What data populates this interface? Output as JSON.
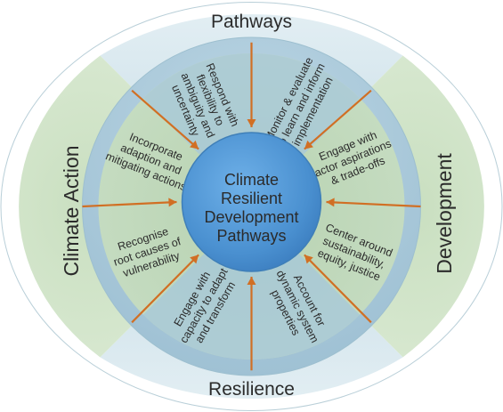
{
  "center": {
    "lines": [
      "Climate",
      "Resilient",
      "Development",
      "Pathways"
    ]
  },
  "outer_labels": {
    "top": "Pathways",
    "bottom": "Resilience",
    "left": "Climate Action",
    "right": "Development"
  },
  "segments": [
    {
      "id": "respond-flexibility",
      "lines": [
        "Respond with",
        "flexibility to",
        "ambiguity and",
        "uncertainty"
      ]
    },
    {
      "id": "monitor-evaluate",
      "lines": [
        "Monitor & evaluate",
        "to learn and inform",
        "implementation"
      ]
    },
    {
      "id": "engage-actor",
      "lines": [
        "Engage with",
        "actor aspirations",
        "& trade-offs"
      ]
    },
    {
      "id": "center-around",
      "lines": [
        "Center around",
        "sustainability,",
        "equity, justice"
      ]
    },
    {
      "id": "account-dynamic",
      "lines": [
        "Account for",
        "dynamic system",
        "properties"
      ]
    },
    {
      "id": "engage-capacity",
      "lines": [
        "Engage with",
        "capacity to adapt",
        "and transform"
      ]
    },
    {
      "id": "recognise-root",
      "lines": [
        "Recognise",
        "root causes of",
        "vulnerability"
      ]
    },
    {
      "id": "incorporate-adaption",
      "lines": [
        "Incorporate",
        "adaption and",
        "mitigating actions"
      ]
    }
  ],
  "colors": {
    "outer_blue": "#cfe2ea",
    "outer_green": "#d3e4cb",
    "middle_ring": "#a9c8d9",
    "inner_green": "#c3d9b9",
    "center_blue": "#4a90d0",
    "arrow": "#d16f24"
  }
}
